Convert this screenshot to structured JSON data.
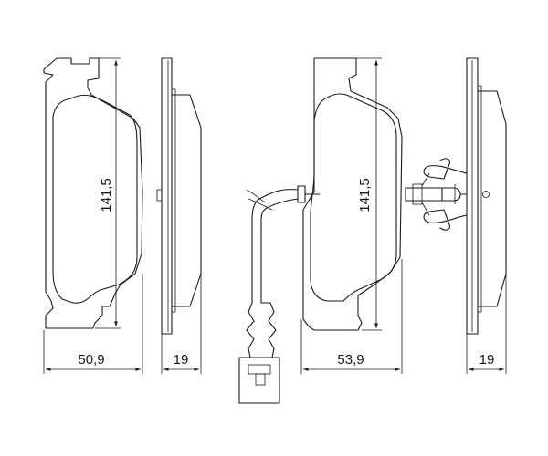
{
  "dimensions": {
    "pad1_height": "141,5",
    "pad1_width": "50,9",
    "pad1_thickness": "19",
    "pad2_height": "141,5",
    "pad2_width": "53,9",
    "pad2_thickness": "19"
  },
  "colors": {
    "stroke": "#1a1a1a",
    "background": "#ffffff"
  }
}
